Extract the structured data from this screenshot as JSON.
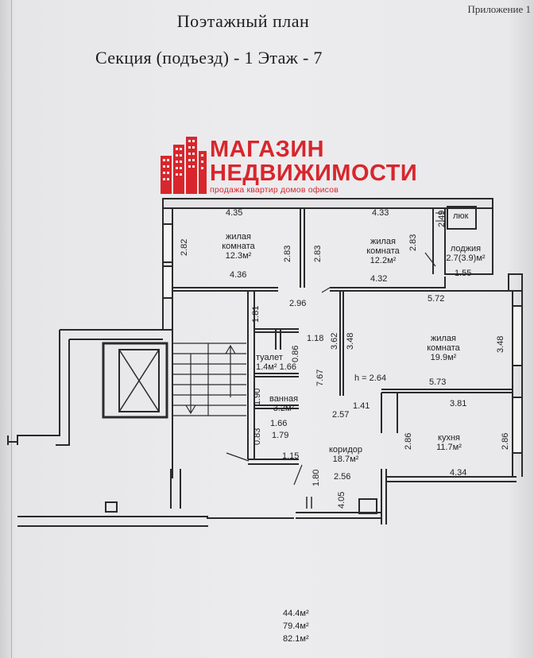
{
  "appendix": "Приложение 1",
  "title": "Поэтажный план",
  "subtitle": "Секция (подъезд) - 1   Этаж  - 7",
  "logo": {
    "line1": "МАГАЗИН",
    "line2": "НЕДВИЖИМОСТИ",
    "tagline": "продажа квартир домов офисов",
    "color": "#d8262c"
  },
  "rooms": {
    "living1": {
      "name1": "жилая",
      "name2": "комната",
      "area": "12.3м²"
    },
    "living2": {
      "name1": "жилая",
      "name2": "комната",
      "area": "12.2м²"
    },
    "loggia": {
      "name": "лоджия",
      "area": "2.7(3.9)м²",
      "hatch": "люк"
    },
    "living3": {
      "name1": "жилая",
      "name2": "комната",
      "area": "19.9м²"
    },
    "toilet": {
      "name": "туалет",
      "area": "1.4м²"
    },
    "bath": {
      "name": "ванная",
      "area": "3.2м²"
    },
    "corridor": {
      "name": "коридор",
      "area": "18.7м²"
    },
    "kitchen": {
      "name": "кухня",
      "area": "11.7м²"
    }
  },
  "height": "h = 2.64",
  "dims": {
    "d1": "4.35",
    "d2": "4.33",
    "d3": "2.82",
    "d4": "2.83",
    "d5": "2.83",
    "d6": "2.83",
    "d7": "4.36",
    "d8": "4.32",
    "d9": "1.55",
    "d10": "2.96",
    "d11": "5.72",
    "d12": "1.81",
    "d13": "3.62",
    "d14": "3.48",
    "d15": "3.48",
    "d16": "1.18",
    "d17": "0.86",
    "d18": "1.66",
    "d19": "7.67",
    "d20": "5.73",
    "d21": "1.90",
    "d22": "3.81",
    "d23": "1.41",
    "d24": "2.57",
    "d25": "1.66",
    "d26": "1.79",
    "d27": "0.83",
    "d28": "2.86",
    "d29": "2.86",
    "d30": "1.15",
    "d31": "1.80",
    "d32": "2.56",
    "d33": "4.34",
    "d34": "4.05",
    "d35": "2.49"
  },
  "totals": [
    "44.4м²",
    "79.4м²",
    "82.1м²"
  ]
}
